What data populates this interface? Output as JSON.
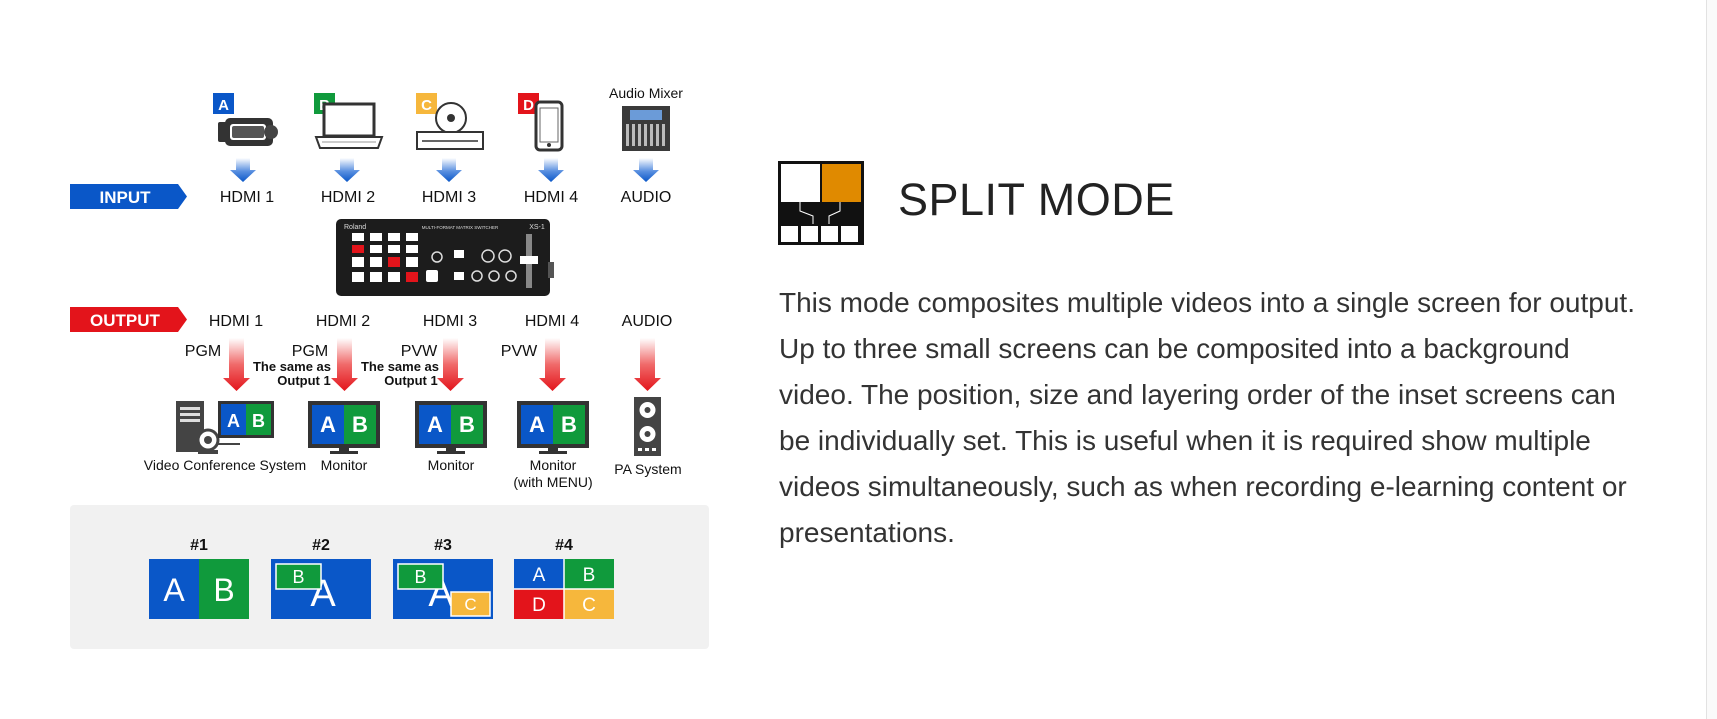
{
  "diagram": {
    "input_tag": "INPUT",
    "output_tag": "OUTPUT",
    "sources": [
      {
        "letter": "A",
        "device": "camcorder",
        "color": "#0a57c8"
      },
      {
        "letter": "B",
        "device": "laptop",
        "color": "#109a3c"
      },
      {
        "letter": "C",
        "device": "blu-ray-player",
        "color": "#f6b73c"
      },
      {
        "letter": "D",
        "device": "smartphone",
        "color": "#e3141b"
      }
    ],
    "audio_source": "Audio Mixer",
    "input_ports": [
      "HDMI 1",
      "HDMI 2",
      "HDMI 3",
      "HDMI 4",
      "AUDIO"
    ],
    "switcher": {
      "brand": "Roland",
      "model": "XS-1",
      "caption": "MULTI-FORMAT MATRIX SWITCHER"
    },
    "output_ports": [
      "HDMI 1",
      "HDMI 2",
      "HDMI 3",
      "HDMI 4",
      "AUDIO"
    ],
    "output_signals": [
      "PGM",
      "PGM",
      "PVW",
      "PVW"
    ],
    "same_as_note": [
      "The same as",
      "Output 1"
    ],
    "destinations": [
      {
        "name": "Video Conference System"
      },
      {
        "name": "Monitor"
      },
      {
        "name": "Monitor"
      },
      {
        "name": "Monitor",
        "sub": "(with MENU)"
      },
      {
        "name": "PA System"
      }
    ],
    "monitor_letters": [
      "A",
      "B"
    ],
    "layouts": [
      {
        "label": "#1",
        "letters": [
          "A",
          "B"
        ]
      },
      {
        "label": "#2",
        "letters": [
          "B",
          "A"
        ]
      },
      {
        "label": "#3",
        "letters": [
          "B",
          "A",
          "C"
        ]
      },
      {
        "label": "#4",
        "letters": [
          "A",
          "B",
          "D",
          "C"
        ]
      }
    ],
    "colors": {
      "blue": "#0a57c8",
      "green": "#109a3c",
      "yellow": "#f6b73c",
      "red": "#e3141b"
    }
  },
  "mode": {
    "title": "SPLIT MODE",
    "description": "This mode composites multiple videos into a single screen for output. Up to three small screens can be composited into a background video. The position, size and layering order of the inset screens can be individually set. This is useful when it is required show multiple videos simultaneously, such as when recording e-learning content or presentations.",
    "icon": "split-mode-icon",
    "icon_accent": "#e08a00"
  }
}
